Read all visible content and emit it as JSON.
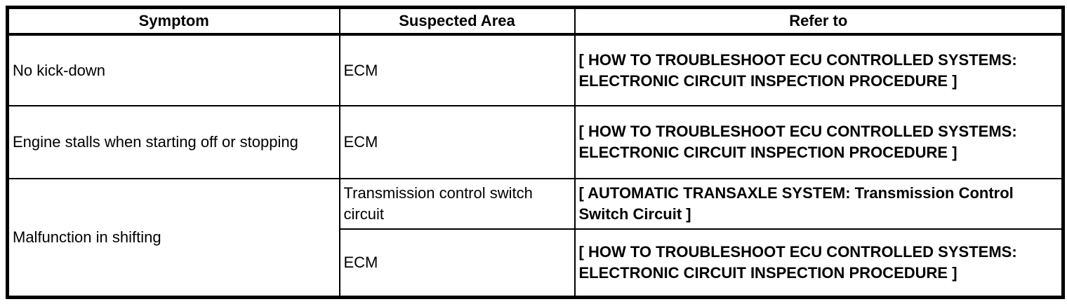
{
  "table": {
    "headers": {
      "symptom": "Symptom",
      "suspected_area": "Suspected Area",
      "refer_to": "Refer to"
    },
    "rows": [
      {
        "symptom": "No kick-down",
        "suspected_area": "ECM",
        "refer_to": "[ HOW TO TROUBLESHOOT ECU CONTROLLED SYSTEMS: ELECTRONIC CIRCUIT INSPECTION PROCEDURE ]"
      },
      {
        "symptom": "Engine stalls when starting off or stopping",
        "suspected_area": "ECM",
        "refer_to": "[ HOW TO TROUBLESHOOT ECU CONTROLLED SYSTEMS: ELECTRONIC CIRCUIT INSPECTION PROCEDURE ]"
      },
      {
        "symptom": "Malfunction in shifting",
        "suspected_area": "Transmission control switch circuit",
        "refer_to": "[ AUTOMATIC TRANSAXLE SYSTEM: Transmission Control Switch Circuit ]"
      },
      {
        "symptom": "",
        "suspected_area": "ECM",
        "refer_to": "[ HOW TO TROUBLESHOOT ECU CONTROLLED SYSTEMS: ELECTRONIC CIRCUIT INSPECTION PROCEDURE ]"
      }
    ],
    "colors": {
      "border": "#000000",
      "text": "#000000",
      "background": "#ffffff"
    }
  }
}
